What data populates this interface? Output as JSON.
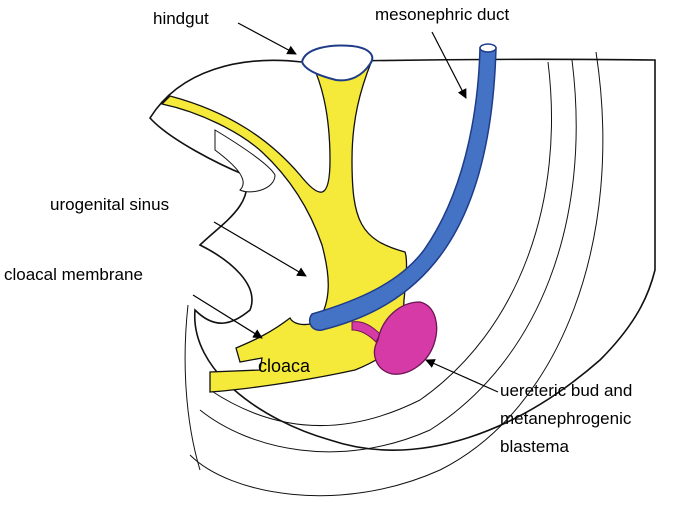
{
  "labels": {
    "hindgut": "hindgut",
    "mesonephric_duct": "mesonephric duct",
    "urogenital_sinus": "urogenital sinus",
    "cloacal_membrane": "cloacal membrane",
    "cloaca": "cloaca",
    "bud_line1": "uereteric bud and",
    "bud_line2": "metanephrogenic",
    "bud_line3": "blastema"
  },
  "colors": {
    "yellow": "#f5ea3a",
    "blue": "#4472c4",
    "magenta": "#d63aa6",
    "outline": "#111111"
  }
}
